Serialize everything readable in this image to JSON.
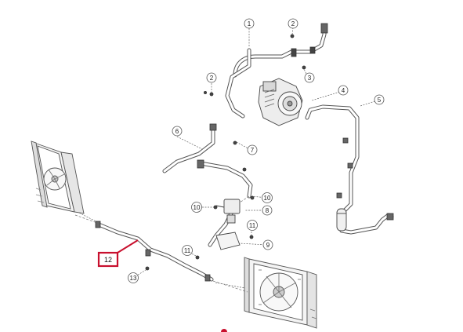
{
  "diagram": {
    "callouts": [
      {
        "id": "c1",
        "label": "1"
      },
      {
        "id": "c2a",
        "label": "2"
      },
      {
        "id": "c2b",
        "label": "2"
      },
      {
        "id": "c3",
        "label": "3"
      },
      {
        "id": "c4",
        "label": "4"
      },
      {
        "id": "c5",
        "label": "5"
      },
      {
        "id": "c6",
        "label": "6"
      },
      {
        "id": "c7",
        "label": "7"
      },
      {
        "id": "c8",
        "label": "8"
      },
      {
        "id": "c9",
        "label": "9"
      },
      {
        "id": "c10a",
        "label": "10"
      },
      {
        "id": "c10b",
        "label": "10"
      },
      {
        "id": "c11a",
        "label": "11"
      },
      {
        "id": "c11b",
        "label": "11"
      },
      {
        "id": "c13",
        "label": "13"
      }
    ],
    "highlight": {
      "label": "12",
      "color": "#c8102e"
    },
    "colors": {
      "line": "#555555",
      "hose_fill": "#ffffff",
      "part_fill": "#f2f2f2",
      "dark": "#333333"
    }
  }
}
